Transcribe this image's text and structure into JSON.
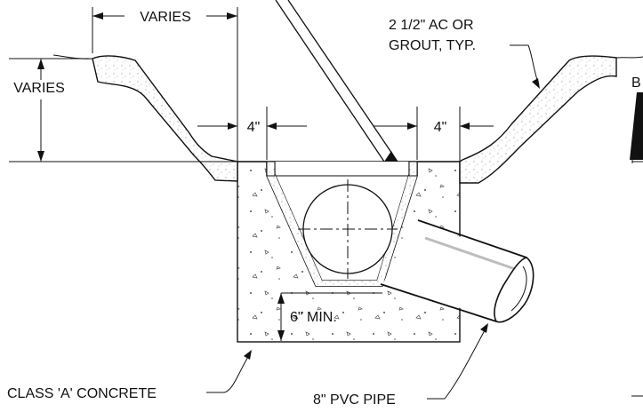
{
  "labels": {
    "top_varies": "VARIES",
    "left_varies": "VARIES",
    "ac_line1": "2 1/2\" AC OR",
    "ac_line2": "GROUT, TYP.",
    "left_4in": "4\"",
    "right_4in": "4\"",
    "min_6in": "6\" MIN.",
    "concrete": "CLASS 'A' CONCRETE",
    "pipe": "8\" PVC PIPE",
    "section_letter": "B"
  },
  "colors": {
    "line": "#111111",
    "paper": "#ffffff",
    "stipple": "#8a8a8a",
    "pipe_shade": "#bdbdbd"
  }
}
